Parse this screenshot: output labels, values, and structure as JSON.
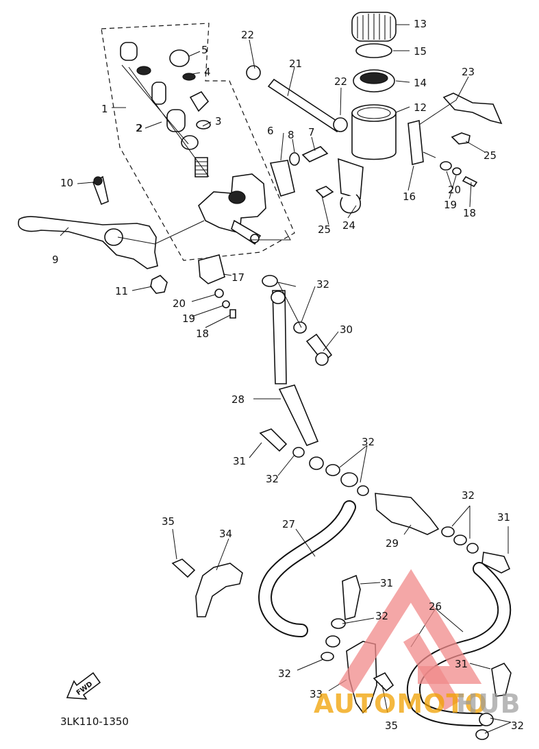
{
  "diagram_code": "3LK110-1350",
  "direction_label": "FWD",
  "watermark": {
    "text_a": "AUTOMOTO",
    "text_b": "HUB",
    "color_a": "#f0a000",
    "color_b": "#9a9a9a",
    "logo_color": "#f08a8a"
  },
  "callouts": [
    "1",
    "2",
    "3",
    "4",
    "5",
    "6",
    "7",
    "8",
    "9",
    "10",
    "11",
    "12",
    "13",
    "14",
    "15",
    "16",
    "17",
    "18",
    "19",
    "20",
    "21",
    "22",
    "23",
    "24",
    "25",
    "26",
    "27",
    "28",
    "29",
    "30",
    "31",
    "32",
    "33",
    "34",
    "35"
  ]
}
